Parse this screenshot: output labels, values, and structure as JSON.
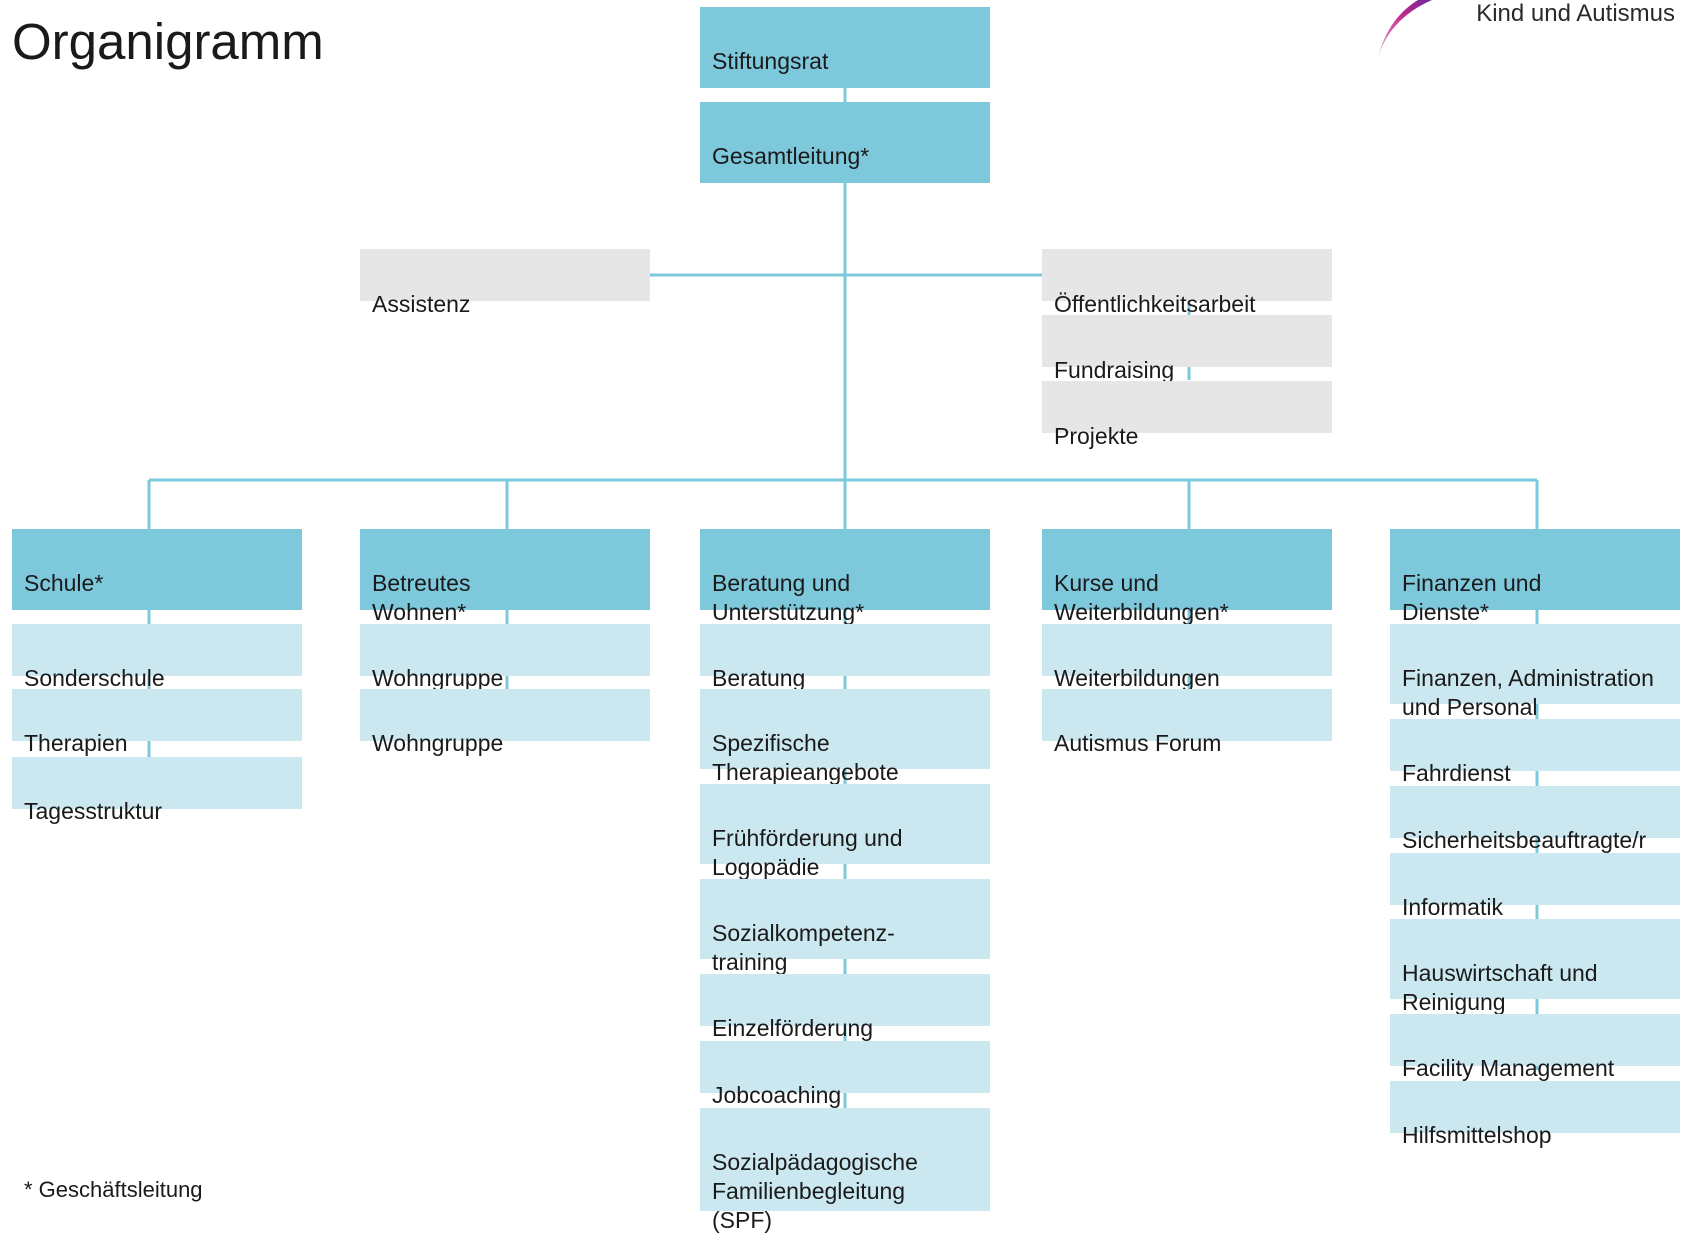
{
  "title": "Organigramm",
  "logo": {
    "text": "Kind und Autismus",
    "icon": "feather-logo-icon"
  },
  "footnote": "* Geschäftsleitung",
  "colors": {
    "header": "#7ec8dc",
    "sub": "#cbe8f0",
    "staff": "#e6e6e6",
    "line": "#7ec8dc"
  },
  "board": "Stiftungsrat",
  "management": "Gesamtleitung*",
  "staff_left": [
    "Assistenz"
  ],
  "staff_right": [
    "Öffentlichkeitsarbeit",
    "Fundraising",
    "Projekte"
  ],
  "departments": [
    {
      "name": "Schule*",
      "units": [
        "Sonderschule",
        "Therapien",
        "Tagesstruktur"
      ]
    },
    {
      "name": "Betreutes\nWohnen*",
      "units": [
        "Wohngruppe",
        "Wohngruppe"
      ]
    },
    {
      "name": "Beratung und\nUnterstützung*",
      "units": [
        "Beratung",
        "Spezifische\nTherapieangebote",
        "Frühförderung und\nLogopädie",
        "Sozialkompetenz-\ntraining",
        "Einzelförderung",
        "Jobcoaching",
        "Sozialpädagogische\nFamilienbegleitung\n(SPF)"
      ]
    },
    {
      "name": "Kurse und\nWeiterbildungen*",
      "units": [
        "Weiterbildungen",
        "Autismus Forum"
      ]
    },
    {
      "name": "Finanzen und\nDienste*",
      "units": [
        "Finanzen, Administration\nund Personal",
        "Fahrdienst",
        "Sicherheitsbeauftragte/r",
        "Informatik",
        "Hauswirtschaft und\nReinigung",
        "Facility Management",
        "Hilfsmittelshop"
      ]
    }
  ]
}
